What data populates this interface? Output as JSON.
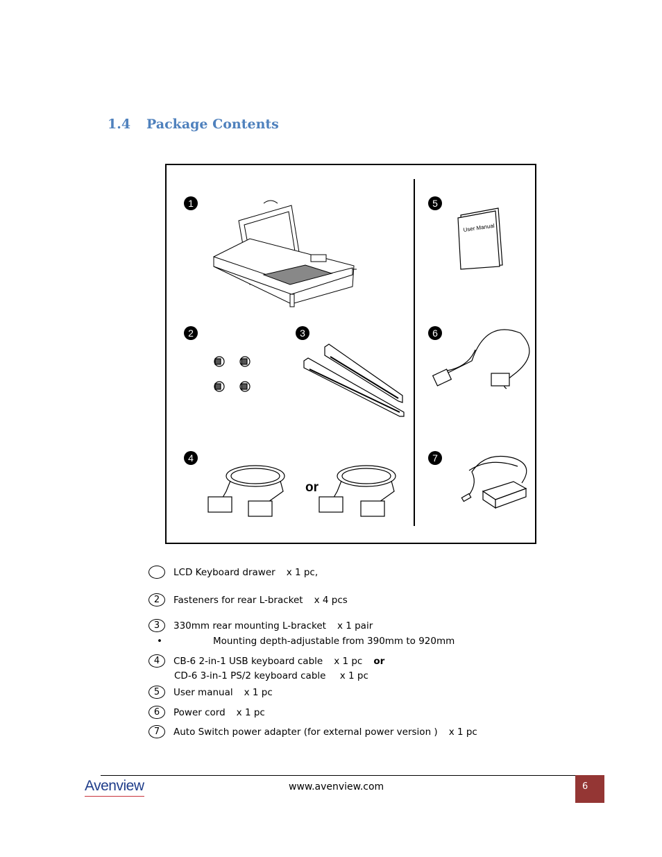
{
  "section": {
    "number": "1.4",
    "title": "Package Contents"
  },
  "figure": {
    "markers": [
      "1",
      "2",
      "3",
      "4",
      "5",
      "6",
      "7"
    ],
    "manual_cover_text": "User Manual",
    "or_text": "or"
  },
  "items": [
    {
      "num": "",
      "name": "LCD Keyboard drawer",
      "qty": "x 1 pc,"
    },
    {
      "num": "2",
      "name": "Fasteners for rear L-bracket",
      "qty": "x 4 pcs"
    },
    {
      "num": "3",
      "name": "330mm rear mounting L-bracket",
      "qty": "x 1 pair"
    },
    {
      "num": "4",
      "name": "CB-6 2-in-1 USB keyboard cable",
      "qty": "x 1 pc",
      "or": "or"
    },
    {
      "num": "5",
      "name": "User manual",
      "qty": "x 1 pc"
    },
    {
      "num": "6",
      "name": "Power cord",
      "qty": "x 1 pc"
    },
    {
      "num": "7",
      "name": "Auto Switch power adapter (for external power version )",
      "qty": "x 1 pc"
    }
  ],
  "item3_bullet": "Mounting depth-adjustable from 390mm to 920mm",
  "item4_alt": {
    "name": "CD-6 3-in-1 PS/2 keyboard cable",
    "qty": "x 1 pc"
  },
  "footer": {
    "logo": "Avenview",
    "url": "www.avenview.com",
    "page": "6"
  },
  "colors": {
    "heading": "#4f81bd",
    "page_box": "#943634",
    "logo": "#1f3d8a"
  }
}
